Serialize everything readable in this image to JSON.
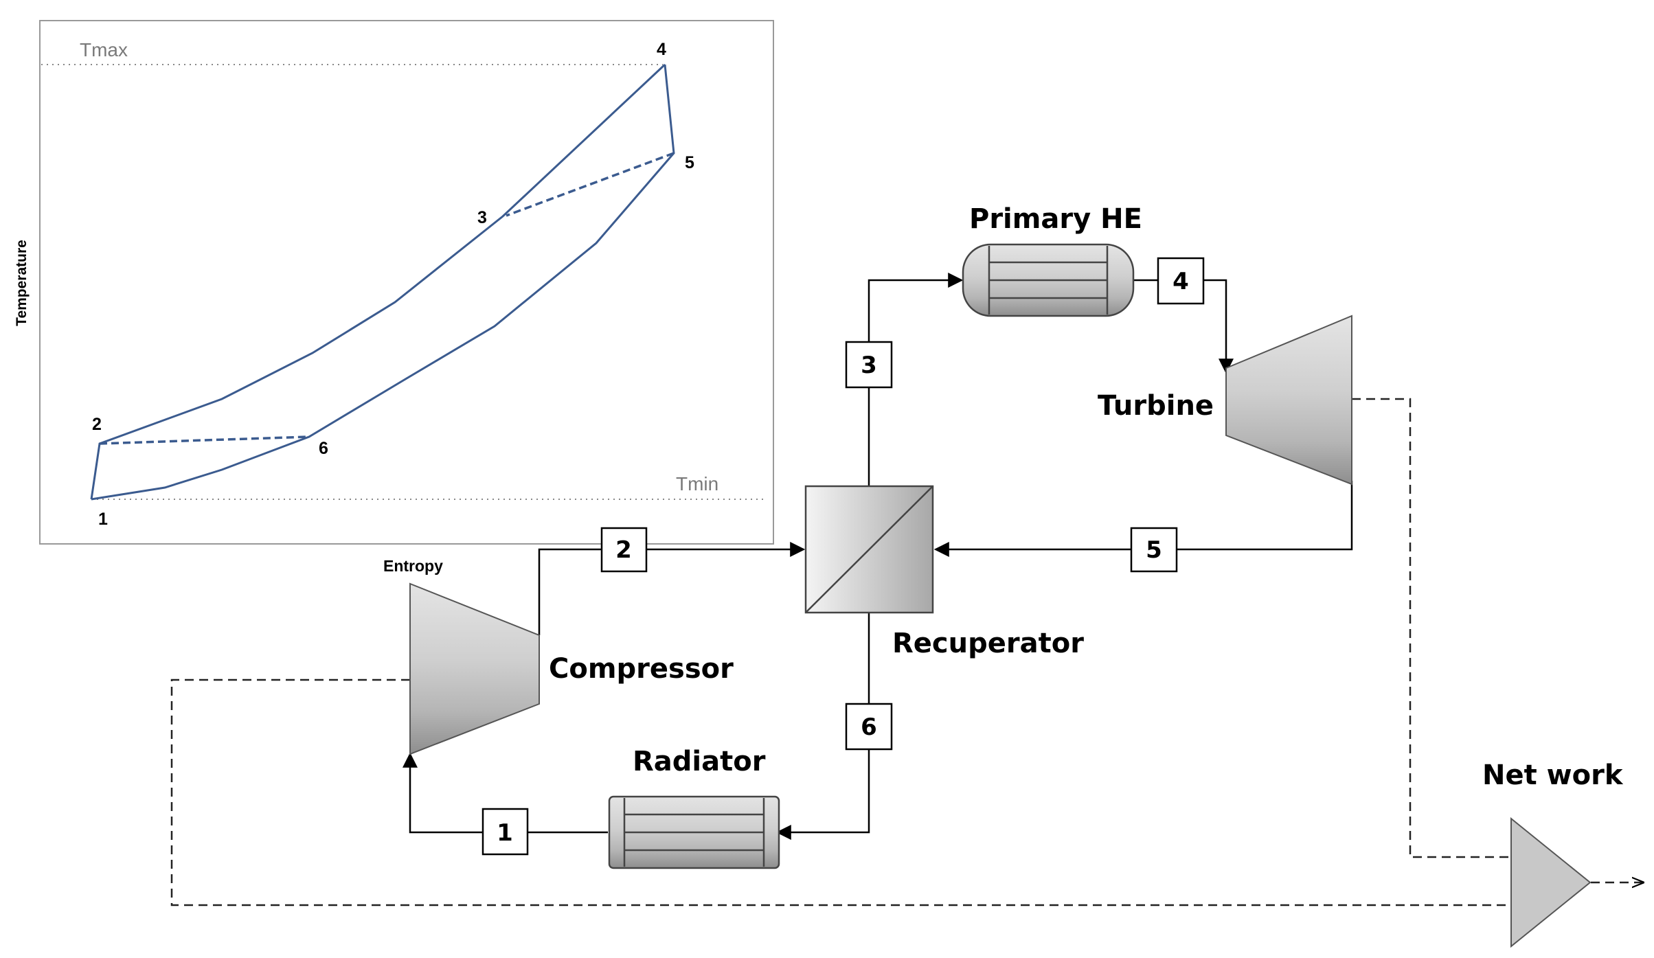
{
  "ts_chart": {
    "ylabel": "Temperature",
    "xlabel": "Entropy",
    "tmax_label": "Tmax",
    "tmin_label": "Tmin",
    "point_labels": [
      "1",
      "2",
      "3",
      "4",
      "5",
      "6"
    ]
  },
  "components": {
    "compressor": "Compressor",
    "recuperator": "Recuperator",
    "primary_he": "Primary HE",
    "turbine": "Turbine",
    "radiator": "Radiator",
    "net_work": "Net work"
  },
  "state_labels": [
    "1",
    "2",
    "3",
    "4",
    "5",
    "6"
  ],
  "colors": {
    "cycle_line": "#3b5b8f",
    "component_fill": "#c8c8c8",
    "line": "#000000",
    "guide": "#888888"
  }
}
